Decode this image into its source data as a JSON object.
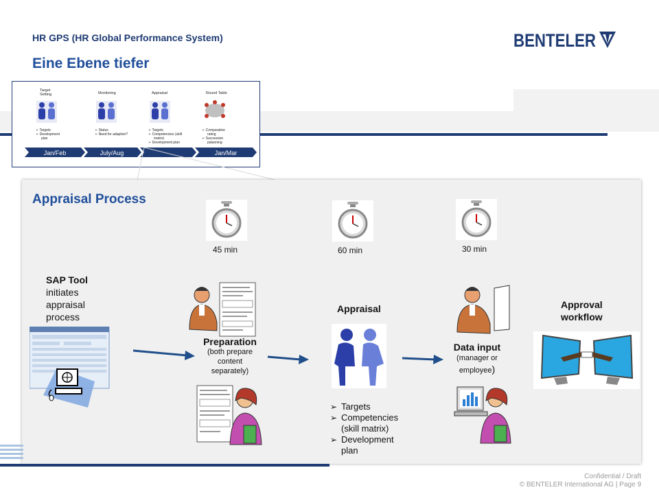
{
  "header": {
    "subtitle": "HR GPS (HR Global Performance System)",
    "title": "Eine Ebene tiefer",
    "logo_text": "BENTELER"
  },
  "thumbnail": {
    "phases": [
      {
        "label": "Target Setting",
        "bullets": [
          "Targets",
          "Development plan"
        ]
      },
      {
        "label": "Monitoring",
        "bullets": [
          "Status",
          "Need for adaption?"
        ]
      },
      {
        "label": "Appraisal",
        "bullets": [
          "Targets",
          "Competencies (skill matrix)",
          "Development plan"
        ]
      },
      {
        "label": "Round Table",
        "bullets": [
          "Comparative rating",
          "Succession palanning"
        ]
      }
    ],
    "timeline": [
      "Jan/Feb",
      "July/Aug",
      "",
      "Jan/Mar"
    ]
  },
  "panel": {
    "heading": "Appraisal Process",
    "timers": [
      "45 min",
      "60 min",
      "30 min"
    ],
    "sap": {
      "title": "SAP Tool",
      "lines": [
        "initiates",
        "appraisal",
        "process"
      ]
    },
    "preparation": {
      "title": "Preparation",
      "lines": [
        "(both prepare",
        "content",
        "separately)"
      ]
    },
    "appraisal": {
      "title": "Appraisal",
      "bullets": [
        "Targets",
        "Competencies (skill matrix)",
        "Development plan"
      ]
    },
    "data_input": {
      "title": "Data input",
      "lines": [
        "(manager or",
        "employee"
      ],
      "close": ")"
    },
    "approval": {
      "title_line1": "Approval",
      "title_line2": "workflow"
    }
  },
  "footer": {
    "line1": "Confidential / Draft",
    "line2": "© BENTELER International AG | Page 9"
  },
  "colors": {
    "navy": "#1f3b73",
    "accent": "#1f4e9a",
    "arrow": "#1f4e8a",
    "figure": "#2c3fa8"
  }
}
